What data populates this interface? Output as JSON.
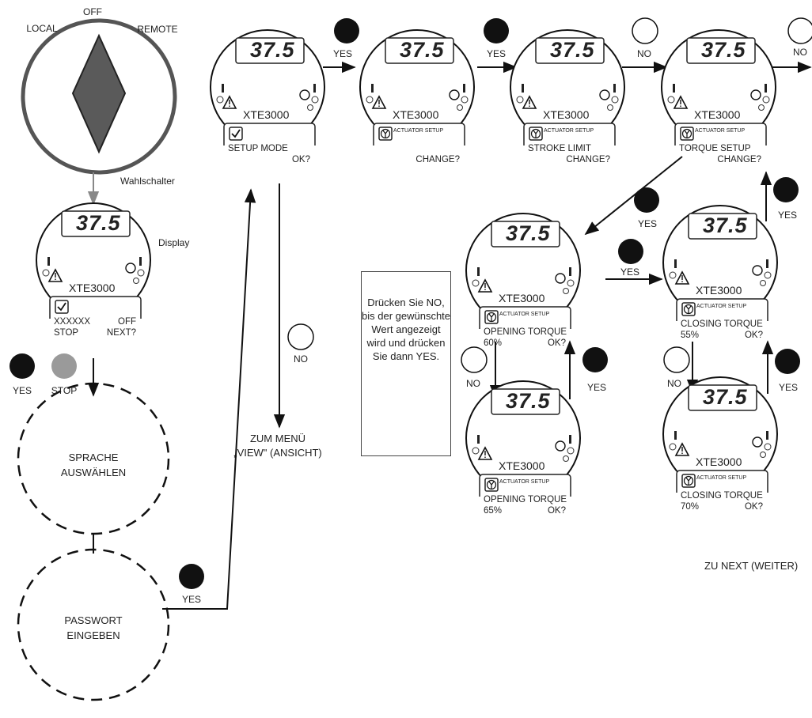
{
  "selector": {
    "local": "LOCAL",
    "off": "OFF",
    "remote": "REMOTE",
    "caption": "Wahlschalter"
  },
  "display_caption": "Display",
  "buttons": {
    "yes": "YES",
    "stop": "STOP",
    "no": "NO"
  },
  "devices": [
    {
      "value": "37.5",
      "model": "XTE3000",
      "line1": "XXXXXX",
      "line1_right": "OFF",
      "line2": "STOP",
      "line2_right": "NEXT?"
    },
    {
      "value": "37.5",
      "model": "XTE3000",
      "line1": "SETUP MODE",
      "line2_right": "OK?"
    },
    {
      "value": "37.5",
      "model": "XTE3000",
      "menu": "ACTUATOR SETUP",
      "line2_right": "CHANGE?"
    },
    {
      "value": "37.5",
      "model": "XTE3000",
      "menu": "ACTUATOR SETUP",
      "line1": "STROKE LIMIT",
      "line2_right": "CHANGE?"
    },
    {
      "value": "37.5",
      "model": "XTE3000",
      "menu": "ACTUATOR SETUP",
      "line1": "TORQUE SETUP",
      "line2_right": "CHANGE?"
    },
    {
      "value": "37.5",
      "model": "XTE3000",
      "menu": "ACTUATOR SETUP",
      "line1": "OPENING TORQUE",
      "line2": "60%",
      "line2_right": "OK?"
    },
    {
      "value": "37.5",
      "model": "XTE3000",
      "menu": "ACTUATOR SETUP",
      "line1": "OPENING TORQUE",
      "line2": "65%",
      "line2_right": "OK?"
    },
    {
      "value": "37.5",
      "model": "XTE3000",
      "menu": "ACTUATOR SETUP",
      "line1": "CLOSING TORQUE",
      "line2": "55%",
      "line2_right": "OK?"
    },
    {
      "value": "37.5",
      "model": "XTE3000",
      "menu": "ACTUATOR SETUP",
      "line1": "CLOSING TORQUE",
      "line2": "70%",
      "line2_right": "OK?"
    }
  ],
  "steps": {
    "language": [
      "SPRACHE",
      "AUSWÄHLEN"
    ],
    "password": [
      "PASSWORT",
      "EINGEBEN"
    ]
  },
  "view_menu": [
    "ZUM MENÜ",
    "„VIEW\" (ANSICHT)"
  ],
  "next_menu": "ZU NEXT (WEITER)",
  "note": "Drücken Sie NO, bis der gewünschte Wert angezeigt wird und drücken Sie dann YES."
}
